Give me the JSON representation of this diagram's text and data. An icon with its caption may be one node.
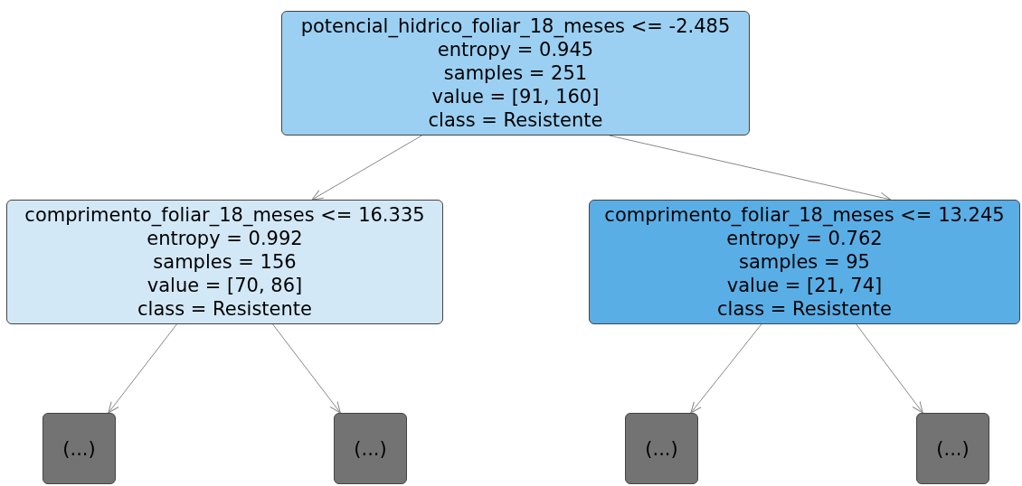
{
  "diagram": {
    "nodes": [
      {
        "text": [
          "potencial_hidrico_foliar_18_meses <= -2.485",
          "entropy = 0.945",
          "samples = 251",
          "value = [91, 160]",
          "class = Resistente"
        ]
      },
      {
        "text": [
          "comprimento_foliar_18_meses <= 16.335",
          "entropy = 0.992",
          "samples = 156",
          "value = [70, 86]",
          "class = Resistente"
        ]
      },
      {
        "text": [
          "comprimento_foliar_18_meses <= 13.245",
          "entropy = 0.762",
          "samples = 95",
          "value = [21, 74]",
          "class = Resistente"
        ]
      },
      {
        "text": [
          "(...)"
        ]
      },
      {
        "text": [
          "(...)"
        ]
      },
      {
        "text": [
          "(...)"
        ]
      },
      {
        "text": [
          "(...)"
        ]
      }
    ],
    "edges": [
      {
        "from": 0,
        "to": 1,
        "arrow": "to"
      },
      {
        "from": 0,
        "to": 2,
        "arrow": "to"
      },
      {
        "from": 1,
        "to": 3,
        "arrow": "to"
      },
      {
        "from": 1,
        "to": 4,
        "arrow": "to"
      },
      {
        "from": 2,
        "to": 5,
        "arrow": "to"
      },
      {
        "from": 2,
        "to": 6,
        "arrow": "to"
      }
    ]
  }
}
